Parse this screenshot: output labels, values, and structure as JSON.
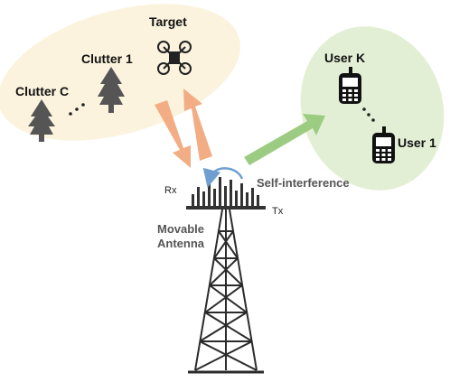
{
  "labels": {
    "target": "Target",
    "clutter_1": "Clutter 1",
    "clutter_c": "Clutter C",
    "user_k": "User K",
    "user_1": "User 1",
    "self_interference": "Self-interference",
    "rx": "Rx",
    "tx": "Tx",
    "movable_antenna_line1": "Movable",
    "movable_antenna_line2": "Antenna"
  },
  "colors": {
    "target_region": "#fbf3dd",
    "user_region": "#e3efd5",
    "sensing_arrow": "#f2ad84",
    "comm_arrow": "#9ccc82",
    "self_interference_arrow": "#6f9fd0",
    "tree": "#555555",
    "tower": "#2b2b2b",
    "phone": "#111111"
  },
  "icons": [
    "drone-icon",
    "tree-icon",
    "phone-icon",
    "tower-icon",
    "antenna-array-icon"
  ]
}
